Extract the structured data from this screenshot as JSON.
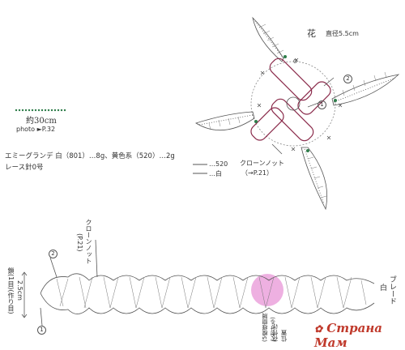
{
  "flower": {
    "title": "花",
    "diameter": "直径5.5cm",
    "knot_label": "クローンノット",
    "knot_ref": "（→P.21）",
    "mark_start": "0",
    "mark_1": "1",
    "mark_2": "2"
  },
  "info": {
    "length": "約30cm",
    "photo": "photo",
    "photo_page": "P.32",
    "yarn": "エミーグランデ 白（801）…8g、黄色系（520）…2g",
    "needle": "レース針0号",
    "legend_yellow": "…520",
    "legend_white": "…白"
  },
  "braid": {
    "knot_label": "クローンノット",
    "knot_ref": "(P.21)",
    "mark_2": "2",
    "mark_1": "1",
    "left_note": "鎖(1目)(作り目)",
    "width": "2.5cm",
    "braid_label": "ブレード",
    "braid_color": "白",
    "flower_pos": "花付け位置",
    "flower_pos_note": "(5模様間隔で付ける)"
  },
  "colors": {
    "line": "#555555",
    "yellow_ring": "#8a2a4a",
    "highlight": "#e070c8",
    "dot_green": "#2e7d4a",
    "watermark": "#c0392b"
  },
  "watermark": {
    "text": "Страна Мам"
  }
}
